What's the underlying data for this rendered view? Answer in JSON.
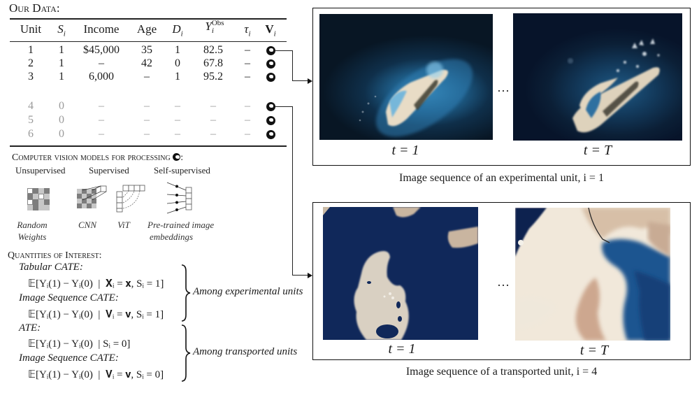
{
  "data_section": {
    "title": "Our Data:",
    "columns": [
      "Unit",
      "S_i",
      "Income",
      "Age",
      "D_i",
      "Y_i^Obs",
      "τ_i",
      "V_i"
    ],
    "column_display": {
      "unit": "Unit",
      "s_main": "S",
      "s_sub": "i",
      "income": "Income",
      "age": "Age",
      "d_main": "D",
      "d_sub": "i",
      "y_main": "Y",
      "y_sub": "i",
      "y_sup": "Obs",
      "tau_main": "τ",
      "tau_sub": "i",
      "v_main": "V",
      "v_sub": "i"
    },
    "rows": [
      {
        "unit": "1",
        "s": "1",
        "income": "$45,000",
        "age": "35",
        "d": "1",
        "y": "82.5",
        "tau": "–",
        "v_icon": "globe-icon",
        "experimental": true
      },
      {
        "unit": "2",
        "s": "1",
        "income": "–",
        "age": "42",
        "d": "0",
        "y": "67.8",
        "tau": "–",
        "v_icon": "globe-icon",
        "experimental": true
      },
      {
        "unit": "3",
        "s": "1",
        "income": "6,000",
        "age": "–",
        "d": "1",
        "y": "95.2",
        "tau": "–",
        "v_icon": "globe-icon",
        "experimental": true
      },
      {
        "unit": "4",
        "s": "0",
        "income": "–",
        "age": "–",
        "d": "–",
        "y": "–",
        "tau": "–",
        "v_icon": "globe-icon",
        "experimental": false
      },
      {
        "unit": "5",
        "s": "0",
        "income": "–",
        "age": "–",
        "d": "–",
        "y": "–",
        "tau": "–",
        "v_icon": "globe-icon",
        "experimental": false
      },
      {
        "unit": "6",
        "s": "0",
        "income": "–",
        "age": "–",
        "d": "–",
        "y": "–",
        "tau": "–",
        "v_icon": "globe-icon",
        "experimental": false
      }
    ]
  },
  "models_section": {
    "title": "Computer vision models for processing",
    "title_icon": "globe-icon",
    "title_suffix": ":",
    "categories": [
      "Unsupervised",
      "Supervised",
      "Self-supervised"
    ],
    "models": [
      {
        "name_line1": "Random",
        "name_line2": "Weights",
        "icon": "random-weights-grid-icon"
      },
      {
        "name_line1": "CNN",
        "name_line2": "",
        "icon": "cnn-icon"
      },
      {
        "name_line1": "ViT",
        "name_line2": "",
        "icon": "vit-icon"
      },
      {
        "name_line1": "Pre-trained image",
        "name_line2": "embeddings",
        "icon": "pretrained-embeddings-icon"
      }
    ]
  },
  "quantities_section": {
    "title": "Quantities of Interest:",
    "items": [
      {
        "label": "Tabular CATE:",
        "expr": "𝔼[Yᵢ(1) − Yᵢ(0)  |  𝐗ᵢ = 𝐱, Sᵢ = 1]"
      },
      {
        "label": "Image Sequence CATE:",
        "expr": "𝔼[Yᵢ(1) − Yᵢ(0)  |  𝐕ᵢ = 𝐯, Sᵢ = 1]"
      },
      {
        "label": "ATE:",
        "expr": "𝔼[Yᵢ(1) − Yᵢ(0)  | Sᵢ = 0]"
      },
      {
        "label": "Image Sequence CATE:",
        "expr": "𝔼[Yᵢ(1) − Yᵢ(0)  |  𝐕ᵢ = 𝐯, Sᵢ = 0]"
      }
    ],
    "groups": [
      {
        "label": "Among experimental units"
      },
      {
        "label": "Among transported units"
      }
    ]
  },
  "experimental_panel": {
    "frames": [
      {
        "label": "t = 1",
        "image": "satellite-image-island-reef-t1"
      },
      {
        "label": "t = T",
        "image": "satellite-image-island-reef-tT"
      }
    ],
    "ellipsis": "···",
    "caption": "Image sequence of an experimental unit, i = 1"
  },
  "transported_panel": {
    "frames": [
      {
        "label": "t = 1",
        "image": "satellite-image-coastal-island-t1"
      },
      {
        "label": "t = T",
        "image": "satellite-image-coastline-tT"
      }
    ],
    "ellipsis": "···",
    "caption": "Image sequence of a transported unit, i = 4"
  },
  "colors": {
    "ink": "#1a1a1a",
    "gray_row": "#9a9a9a",
    "deep_ocean": "#0c1a2c",
    "shallow_water": "#2f7fb0",
    "sand": "#e8dcc8",
    "land_tan": "#c9a68a"
  }
}
